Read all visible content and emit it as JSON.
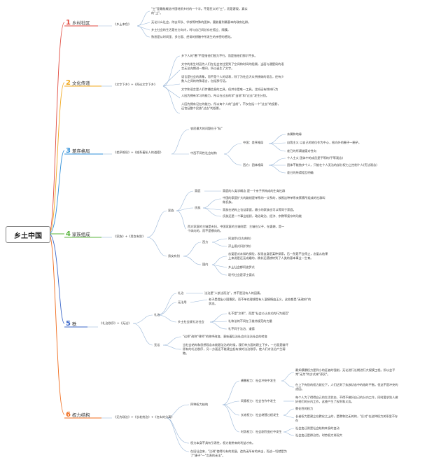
{
  "root": "乡土中国",
  "branches": [
    {
      "num": "1",
      "title": "乡村社区",
      "color": "#e04a3f"
    },
    {
      "num": "2",
      "title": "文化传递",
      "color": "#f0a81e"
    },
    {
      "num": "3",
      "title": "差序格局",
      "color": "#2f8fd8"
    },
    {
      "num": "4",
      "title": "家族组成",
      "color": "#58b43b"
    },
    {
      "num": "5",
      "title": "秩",
      "color": "#3b67c9"
    },
    {
      "num": "6",
      "title": "权力结构",
      "color": "#f06b1b"
    }
  ],
  "b1": {
    "ref": "《乡土本色》",
    "l1": "\"土\"是最能概括中国特质乡村的一个字。不是狂义的\"土\"，而是客观，真实",
    "l1b": "的\"土\"。",
    "l2": "无论什么社会，除去军队、学校等特殊的团体，要能看到最基本的政府社群。",
    "l3": "乡土社会的生活是在方向内，时与自己间总存在孤立、隔膜。",
    "l4": "熟悉是从时间里、多方面、经常的接触中所发生的亲密的感觉。"
  },
  "b2": {
    "ref": "《文字下乡》+《再论文字下乡》",
    "l1": "乡下人的\"愚\"不是指他们智力不行，而是指他们那识不多。",
    "l2a": "文字的发生时因为人们在社会交往受到了空间和时间的阻隔，当面与通壁局的语",
    "l2b": "言无法充期进一期间，所以诞生了文字。",
    "l3a": "语言是社会的表象，而不是个人的语表，除了为社会大众所接纳的语言，还有少",
    "l3b": "数人之间的特殊语言，包括那行话。",
    "l4a": "文字和语言是人们传播信息的工具，但并非是唯一工具。比如还有除体行为",
    "l4b": "人因为拥有学习的能力，所以在过去的学\"当前\"和\"过去\"发生分别。",
    "l5a": "人因为拥有记忆的能力，所以每个人的\"当前\"，不仅包括一个\"过去\"的投影，",
    "l5b": "还包括整个民族\"过去\"的投影。"
  },
  "b3": {
    "ref": "《差序格局》+《维系着私人的道德》",
    "top": "农民最大的问题在于\"私\"",
    "cmp": "中西不同性社会结构",
    "cn": "中国：差序格局",
    "cn1": "亲属和地缘",
    "cn2": "自我主义 以自己的地位作为中心，愈向外的圈子一圈子。",
    "cn3": "差已的所谓道德对性向",
    "west": "西方：团体格局",
    "w1": "个人主义 团体中的成员是平等的(平等观念)",
    "w2": "团体不能独步个人，只能在个人无法的部分权力上控制个人(宪法观念)",
    "w3": "差已的所谓相互明确"
  },
  "b4": {
    "ref": "《家族》+《男女有别》",
    "jiazu": "家族",
    "jiating": "家庭",
    "jt1": "家庭的人类学概念 是一个亲子所构成的生育社群",
    "shizu": "氏族",
    "sz1": "中国的家庭扩大的路线是单系的—父系的，按照这种单系来累累所组成的社群叫",
    "sz1b": "做氏族。",
    "sz2": "家族在结构上包括家庭，最小的家族也可以等同于家庭。",
    "sz3": "氏族还是一个事业组织，政治政治、经济、宗教等复杂的功能",
    "xf1": "西方家庭的主轴是夫妇，中国家庭的主轴则是：主轴在父子，在婆媳，是一",
    "xf1b": "个纵向的，而不是横向的。",
    "nannv": "男女有别",
    "xifang": "西方",
    "xf_a": "阿波罗式(古典的)",
    "xf_b": "浮士德式(现代的)",
    "guonei": "国内",
    "gn1": "恋爱是对未知的探险，发现自身是某种探索，后一然是不会停止，恋爱从结果",
    "gn1b": "上来说是还无成婚的，跳非还感就转到了人类的基本事业—生育。",
    "gn2": "乡土社会都阿波罗式",
    "gn3": "现代社会是浮士德式"
  },
  "b5": {
    "ref": "《礼治秩序》+《无讼》",
    "lizhi": "礼治",
    "lz1": "法治是\"人依法而治\"，并不是没有人的因素。",
    "wufa": "无法用",
    "wf1": "老子是提出小国寡民，而不单也理想是有人温情情由王义，这些都是\"无政府\"的",
    "wf1b": "状态。",
    "xiangtu": "乡土社会就礼治社会",
    "xt1": "礼不是\"文明\"，而是\"社会公认合式的行为规范\"",
    "xt2": "礼和法的不同在于维持规范的力量",
    "xt3": "礼不同于法治、道德",
    "wusong": "无讼",
    "ws1": "\"讼师\"改称\"律师\"的称呼改变，意味着乱治社会向法治社会的转变",
    "ws2a": "当社会结构和思想观念未能跟法治的时候，我们单方面的建立下乡，一方面是破坏",
    "ws2b": "原有的礼治秩序，另一方面还不能建立起有效的法治秩序，使人们对法治产生弱",
    "ws2c": "鲍。"
  },
  "b6": {
    "ref": "《无为政治》+《长老统治》+《名实的分离》",
    "four": "四种权力结构",
    "hengbao": "横暴权力：社会冲突中发生",
    "hb1a": "最如横暴权力是到小的征者的强制，无论进行长期进行大规模工程。所以会平",
    "hb1b": "常\"无为\"的方式来\"养民\"。",
    "hb2a": "在上下有别的权力就位下，人们达到了执放状态中的临时平衡。但这不是冲突的",
    "hb2b": "虑因。",
    "tongyi": "同意权力：社会合作中发生",
    "ty1a": "每个人为了得得自己的生活状态，不得不做好自己的分内工作，同时要求别人做",
    "ty1b": "好他们的分内工作，这使产生了权利和义务。",
    "zhangxu": "长老权力：社会继替过程发生",
    "zx1": "教化性的权力",
    "zx2": "长者权力是建立在教化之上的，是教和比无的的，\"反对\"在这种权力关系里不存",
    "zx2b": "在",
    "shishi": "时势权力：社会剧烈变迁中发生",
    "ss1": "社会变迁则是社会结构本身的变动",
    "ss2": "社会变迁是群治性，时势权力渐现大",
    "p1": "权力本身不具有引诱性，权力能带来的利益才有。",
    "p2a": "在旧社会来，\"注疏\"使得礼有的发展，造伪无所有的夹击，而这一切就是为",
    "p2b": "了\"康子\"一\"言表的无法\"。"
  }
}
